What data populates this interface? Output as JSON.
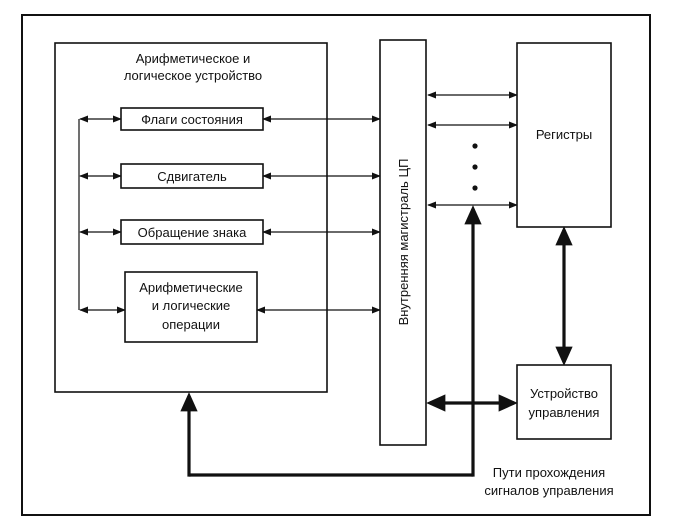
{
  "alu": {
    "title_line1": "Арифметическое и",
    "title_line2": "логическое устройство",
    "flags": "Флаги состояния",
    "shifter": "Сдвигатель",
    "sign": "Обращение знака",
    "ops_line1": "Арифметические",
    "ops_line2": "и логические",
    "ops_line3": "операции"
  },
  "bus": {
    "label": "Внутренняя магистраль ЦП"
  },
  "registers": {
    "label": "Регистры"
  },
  "control_unit": {
    "label_line1": "Устройство",
    "label_line2": "управления"
  },
  "control_paths": {
    "label_line1": "Пути прохождения",
    "label_line2": "сигналов управления"
  }
}
